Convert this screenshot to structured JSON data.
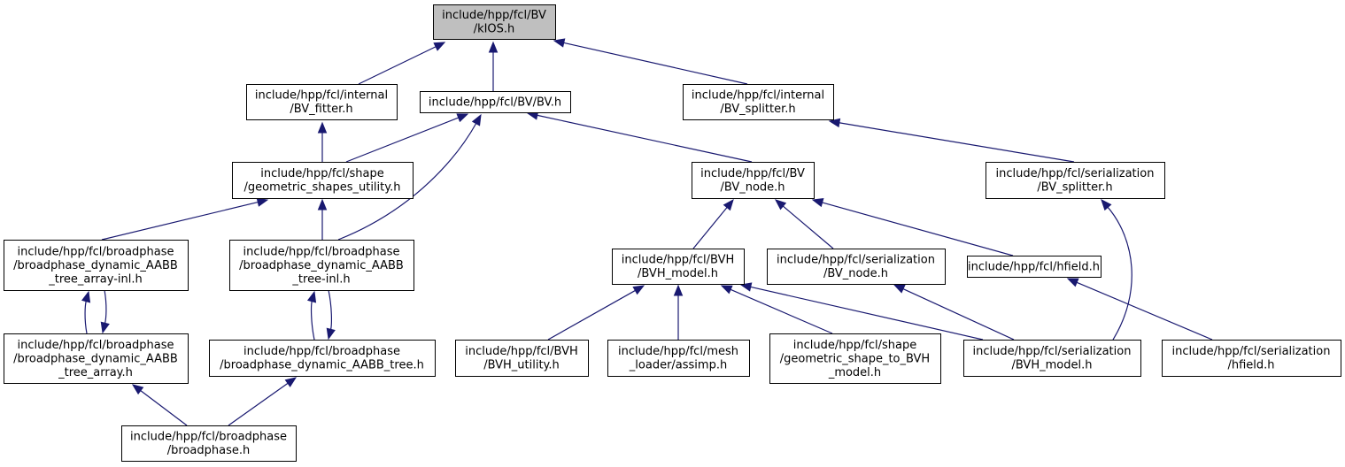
{
  "graph": {
    "nodes": [
      {
        "id": "kios",
        "lines": [
          "include/hpp/fcl/BV",
          "/kIOS.h"
        ],
        "root": true
      },
      {
        "id": "bv_fitter",
        "lines": [
          "include/hpp/fcl/internal",
          "/BV_fitter.h"
        ]
      },
      {
        "id": "bv_h",
        "lines": [
          "include/hpp/fcl/BV/BV.h"
        ]
      },
      {
        "id": "bv_splitter",
        "lines": [
          "include/hpp/fcl/internal",
          "/BV_splitter.h"
        ]
      },
      {
        "id": "geom_util",
        "lines": [
          "include/hpp/fcl/shape",
          "/geometric_shapes_utility.h"
        ]
      },
      {
        "id": "bv_node",
        "lines": [
          "include/hpp/fcl/BV",
          "/BV_node.h"
        ]
      },
      {
        "id": "ser_bv_splitter",
        "lines": [
          "include/hpp/fcl/serialization",
          "/BV_splitter.h"
        ]
      },
      {
        "id": "bp_tree_array_inl",
        "lines": [
          "include/hpp/fcl/broadphase",
          "/broadphase_dynamic_AABB",
          "_tree_array-inl.h"
        ]
      },
      {
        "id": "bp_tree_inl",
        "lines": [
          "include/hpp/fcl/broadphase",
          "/broadphase_dynamic_AABB",
          "_tree-inl.h"
        ]
      },
      {
        "id": "bvh_model",
        "lines": [
          "include/hpp/fcl/BVH",
          "/BVH_model.h"
        ]
      },
      {
        "id": "ser_bv_node",
        "lines": [
          "include/hpp/fcl/serialization",
          "/BV_node.h"
        ]
      },
      {
        "id": "hfield",
        "lines": [
          "include/hpp/fcl/hfield.h"
        ]
      },
      {
        "id": "bp_tree_array",
        "lines": [
          "include/hpp/fcl/broadphase",
          "/broadphase_dynamic_AABB",
          "_tree_array.h"
        ]
      },
      {
        "id": "bp_tree",
        "lines": [
          "include/hpp/fcl/broadphase",
          "/broadphase_dynamic_AABB_tree.h"
        ]
      },
      {
        "id": "bvh_utility",
        "lines": [
          "include/hpp/fcl/BVH",
          "/BVH_utility.h"
        ]
      },
      {
        "id": "assimp",
        "lines": [
          "include/hpp/fcl/mesh",
          "_loader/assimp.h"
        ]
      },
      {
        "id": "geom_to_bvh",
        "lines": [
          "include/hpp/fcl/shape",
          "/geometric_shape_to_BVH",
          "_model.h"
        ]
      },
      {
        "id": "ser_bvh_model",
        "lines": [
          "include/hpp/fcl/serialization",
          "/BVH_model.h"
        ]
      },
      {
        "id": "ser_hfield",
        "lines": [
          "include/hpp/fcl/serialization",
          "/hfield.h"
        ]
      },
      {
        "id": "broadphase",
        "lines": [
          "include/hpp/fcl/broadphase",
          "/broadphase.h"
        ]
      }
    ],
    "edges": [
      {
        "from": "bv_fitter",
        "to": "kios"
      },
      {
        "from": "bv_h",
        "to": "kios"
      },
      {
        "from": "bv_splitter",
        "to": "kios"
      },
      {
        "from": "geom_util",
        "to": "bv_fitter"
      },
      {
        "from": "geom_util",
        "to": "bv_h"
      },
      {
        "from": "bp_tree_inl",
        "to": "bv_h"
      },
      {
        "from": "bv_node",
        "to": "bv_h"
      },
      {
        "from": "ser_bv_splitter",
        "to": "bv_splitter"
      },
      {
        "from": "bp_tree_array_inl",
        "to": "geom_util"
      },
      {
        "from": "bp_tree_inl",
        "to": "geom_util"
      },
      {
        "from": "bvh_model",
        "to": "bv_node"
      },
      {
        "from": "ser_bv_node",
        "to": "bv_node"
      },
      {
        "from": "hfield",
        "to": "bv_node"
      },
      {
        "from": "ser_bvh_model",
        "to": "ser_bv_splitter"
      },
      {
        "from": "bp_tree_array",
        "to": "bp_tree_array_inl"
      },
      {
        "from": "bp_tree_array_inl",
        "to": "bp_tree_array"
      },
      {
        "from": "bp_tree",
        "to": "bp_tree_inl"
      },
      {
        "from": "bp_tree_inl",
        "to": "bp_tree"
      },
      {
        "from": "bvh_utility",
        "to": "bvh_model"
      },
      {
        "from": "assimp",
        "to": "bvh_model"
      },
      {
        "from": "geom_to_bvh",
        "to": "bvh_model"
      },
      {
        "from": "ser_bvh_model",
        "to": "bvh_model"
      },
      {
        "from": "ser_bvh_model",
        "to": "ser_bv_node"
      },
      {
        "from": "ser_hfield",
        "to": "hfield"
      },
      {
        "from": "broadphase",
        "to": "bp_tree_array"
      },
      {
        "from": "broadphase",
        "to": "bp_tree"
      }
    ]
  }
}
